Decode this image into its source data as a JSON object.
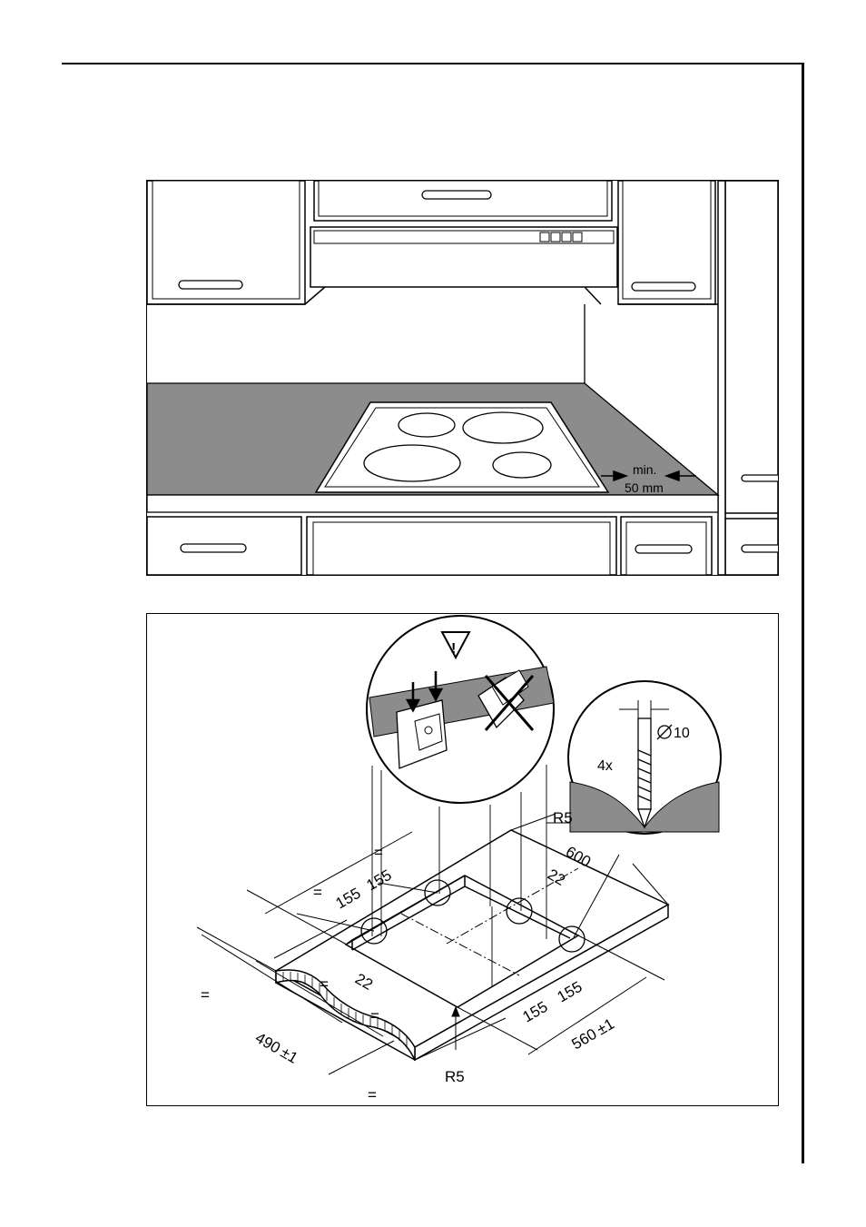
{
  "figure1": {
    "min_label": "min.",
    "distance_label": "50 mm"
  },
  "figure2": {
    "labels": {
      "diameter": "10",
      "count": "4x",
      "radius_top": "R5",
      "radius_bottom": "R5",
      "width_600": "600",
      "clip_left_a": "155",
      "clip_left_b": "155",
      "clip_right_a": "155",
      "clip_right_b": "155",
      "offset_right": "22",
      "offset_bottom": "22",
      "cutout_depth": "490",
      "cutout_width": "560",
      "tolerance": "±1",
      "equal": "="
    }
  },
  "icons": [
    "warning-triangle-icon",
    "arrow-down-icon",
    "cross-out-icon",
    "diameter-icon"
  ],
  "colors": {
    "worktop": "#8c8c8c",
    "line": "#000000",
    "paper": "#ffffff"
  }
}
